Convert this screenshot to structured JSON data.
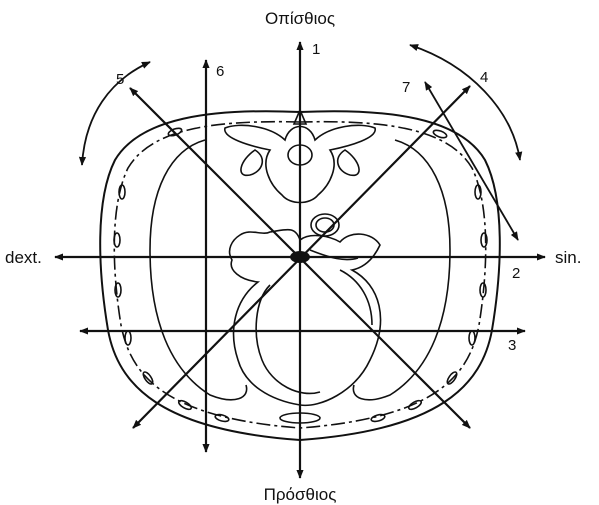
{
  "labels": {
    "top": "Οπίσθιος",
    "bottom": "Πρόσθιος",
    "left": "dext.",
    "right": "sin."
  },
  "axes": [
    {
      "id": "1",
      "label": "1"
    },
    {
      "id": "2",
      "label": "2"
    },
    {
      "id": "3",
      "label": "3"
    },
    {
      "id": "4",
      "label": "4"
    },
    {
      "id": "5",
      "label": "5"
    },
    {
      "id": "6",
      "label": "6"
    },
    {
      "id": "7",
      "label": "7"
    }
  ]
}
